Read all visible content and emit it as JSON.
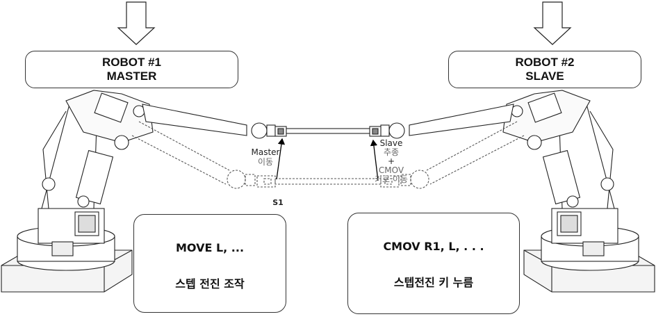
{
  "robot1": {
    "name": "ROBOT #1",
    "role": "MASTER"
  },
  "robot2": {
    "name": "ROBOT #2",
    "role": "SLAVE"
  },
  "master_label": {
    "line1": "Master",
    "line2": "이동"
  },
  "slave_label": {
    "line1": "Slave",
    "line2": "추종",
    "line3": "+",
    "line4": "CMOV",
    "line5": "키로 이동"
  },
  "position_label": "S1",
  "master_box": {
    "command": "MOVE L, ...",
    "description": "스텝 전진 조작"
  },
  "slave_box": {
    "command": "CMOV R1, L, . . .",
    "description": "스텝전진 키 누름"
  }
}
